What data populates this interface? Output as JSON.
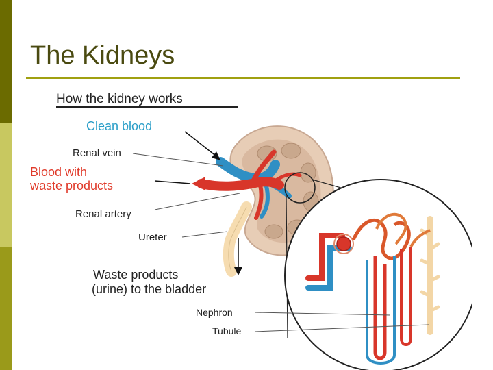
{
  "slide": {
    "title": "The Kidneys",
    "colors": {
      "sidebar_dark": "#6b6b00",
      "sidebar_light": "#c8c860",
      "sidebar_mid": "#9a9a1a",
      "rule": "#a0a010",
      "title_text": "#4a4a10"
    }
  },
  "diagram": {
    "heading": "How the kidney works",
    "labels": {
      "clean_blood": "Clean blood",
      "renal_vein": "Renal vein",
      "blood_waste_line1": "Blood with",
      "blood_waste_line2": "waste products",
      "renal_artery": "Renal artery",
      "ureter": "Ureter",
      "waste_line1": "Waste products",
      "waste_line2": "(urine) to the bladder",
      "nephron": "Nephron",
      "tubule": "Tubule"
    },
    "colors": {
      "clean_blood": "#2a9ec8",
      "blood_with_waste": "#e03a2a",
      "label_text": "#222222",
      "artery": "#d8362a",
      "vein": "#2f8fc4",
      "kidney_outer": "#e7cdb6",
      "kidney_inner": "#c9a88d",
      "ureter": "#f6dcb0"
    }
  }
}
